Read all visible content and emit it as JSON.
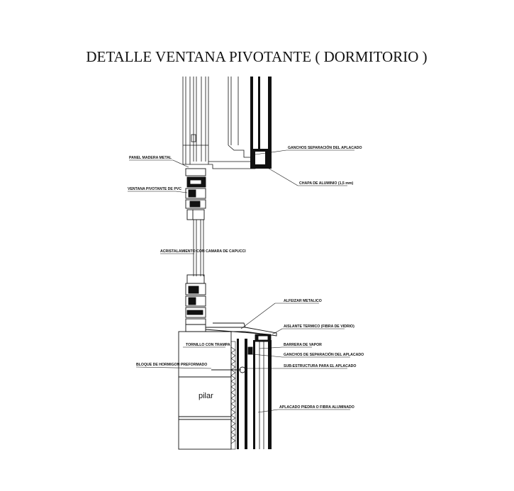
{
  "title": "DETALLE VENTANA PIVOTANTE ( DORMITORIO )",
  "labels": {
    "panel_madera": "PANEL MADERA METAL",
    "ventana_pvc": "VENTANA PIVOTANTE DE PVC",
    "acristalamiento": "ACRISTALAMIENTO CON CAMARA DE CAPUCCI",
    "ganchos_superior": "GANCHOS SEPARACIÓN DEL APLACADO",
    "chapa_aluminio": "CHAPA DE ALUMINIO (1,5 mm)",
    "alfeizar": "ALFEIZAR METALICO",
    "aislante_termico": "AISLANTE TERMICO (FIBRA DE VIDRIO)",
    "tornillo": "TORNILLO CON TRAMPA",
    "barrera_vapor": "BARRERA DE VAPOR",
    "ganchos_inferior": "GANCHOS DE SEPARACIÓN DEL APLACADO",
    "bloque_hormigon": "BLOQUE DE HORMIGON PREFORMADO",
    "subestructura": "SUB-ESTRUCTURA PARA EL APLACADO",
    "aplacado": "APLACADO PIEDRA O FIBRA ALUMINADO",
    "pilar": "pilar"
  }
}
